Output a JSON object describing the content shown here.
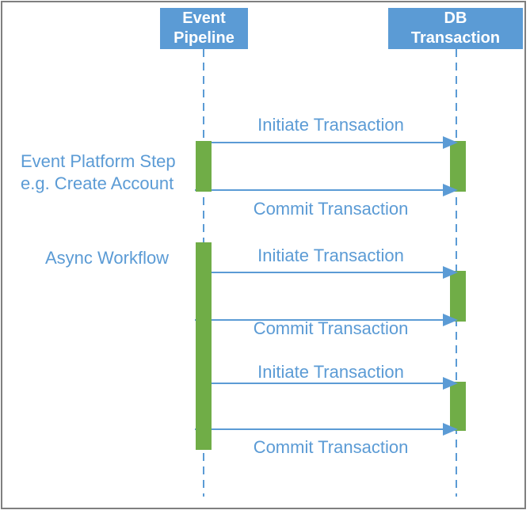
{
  "diagram": {
    "type": "sequence-diagram",
    "actors": [
      {
        "id": "event-pipeline",
        "line1": "Event",
        "line2": "Pipeline"
      },
      {
        "id": "db-transaction",
        "line1": "DB",
        "line2": "Transaction"
      }
    ],
    "annotations": [
      {
        "line1": "Event Platform Step",
        "line2": "e.g. Create Account"
      },
      {
        "line1": "Async Workflow"
      }
    ],
    "messages": [
      {
        "label": "Initiate Transaction",
        "from": "Event Pipeline",
        "to": "DB Transaction",
        "direction": "right"
      },
      {
        "label": "Commit Transaction",
        "from": "Event Pipeline",
        "to": "DB Transaction",
        "direction": "right"
      },
      {
        "label": "Initiate Transaction",
        "from": "Event Pipeline",
        "to": "DB Transaction",
        "direction": "right"
      },
      {
        "label": "Commit Transaction",
        "from": "Event Pipeline",
        "to": "DB Transaction",
        "direction": "right"
      },
      {
        "label": "Initiate Transaction",
        "from": "Event Pipeline",
        "to": "DB Transaction",
        "direction": "right"
      },
      {
        "label": "Commit Transaction",
        "from": "Event Pipeline",
        "to": "DB Transaction",
        "direction": "right"
      }
    ],
    "colors": {
      "blue": "#5B9BD5",
      "green": "#70AD47",
      "border": "#7F7F7F",
      "background": "#FFFFFF"
    }
  }
}
